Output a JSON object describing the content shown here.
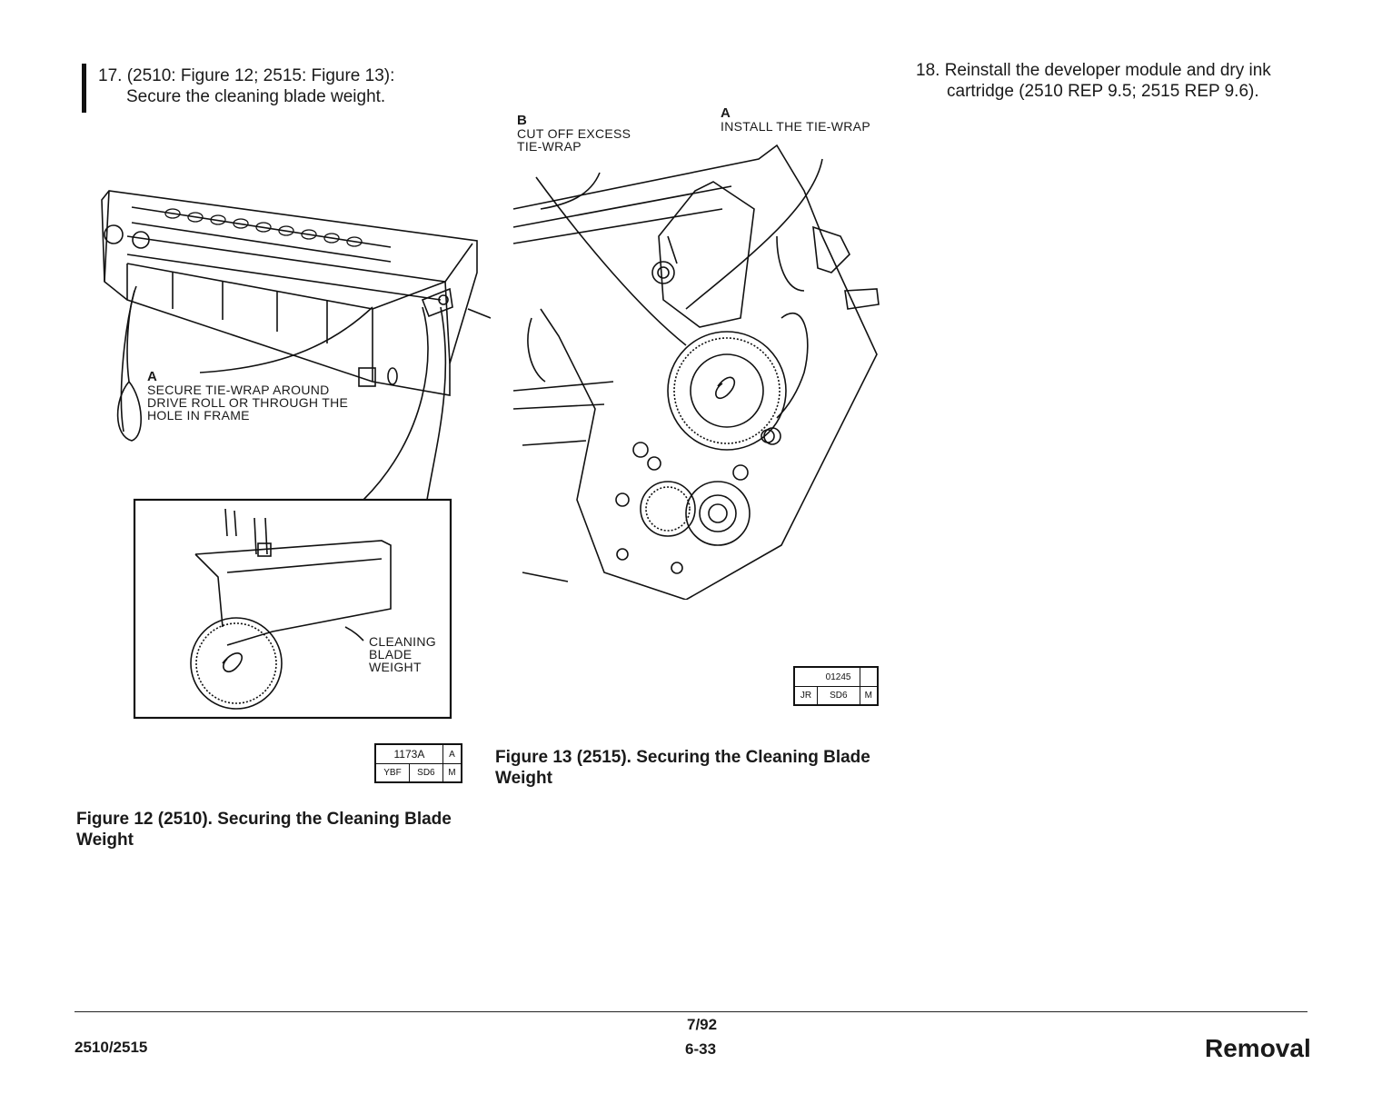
{
  "step17": {
    "number": "17.",
    "line1": "(2510: Figure 12; 2515: Figure 13):",
    "line2": "Secure the cleaning blade weight."
  },
  "step18": {
    "number": "18.",
    "line1": "Reinstall the developer module and dry ink",
    "line2": "cartridge (2510 REP 9.5; 2515 REP 9.6)."
  },
  "figure12": {
    "callout_a_letter": "A",
    "callout_a_line1": "SECURE TIE-WRAP AROUND",
    "callout_a_line2": "DRIVE ROLL OR THROUGH THE",
    "callout_a_line3": "HOLE IN FRAME",
    "detail_line1": "CLEANING",
    "detail_line2": "BLADE",
    "detail_line3": "WEIGHT",
    "ref_top": "1173A",
    "ref_top_right": "A",
    "ref_bottom": [
      "YBF",
      "SD6",
      "M"
    ],
    "caption_line1": "Figure 12 (2510).  Securing the Cleaning Blade",
    "caption_line2": "Weight"
  },
  "figure13": {
    "callout_b_letter": "B",
    "callout_b_line1": "CUT OFF EXCESS",
    "callout_b_line2": "TIE-WRAP",
    "callout_a_letter": "A",
    "callout_a_line1": "INSTALL THE TIE-WRAP",
    "ref_top": "01245",
    "ref_bottom": [
      "JR",
      "SD6",
      "M"
    ],
    "caption_line1": "Figure 13 (2515).  Securing the Cleaning Blade",
    "caption_line2": "Weight"
  },
  "footer": {
    "model": "2510/2515",
    "date": "7/92",
    "page": "6-33",
    "section": "Removal"
  }
}
